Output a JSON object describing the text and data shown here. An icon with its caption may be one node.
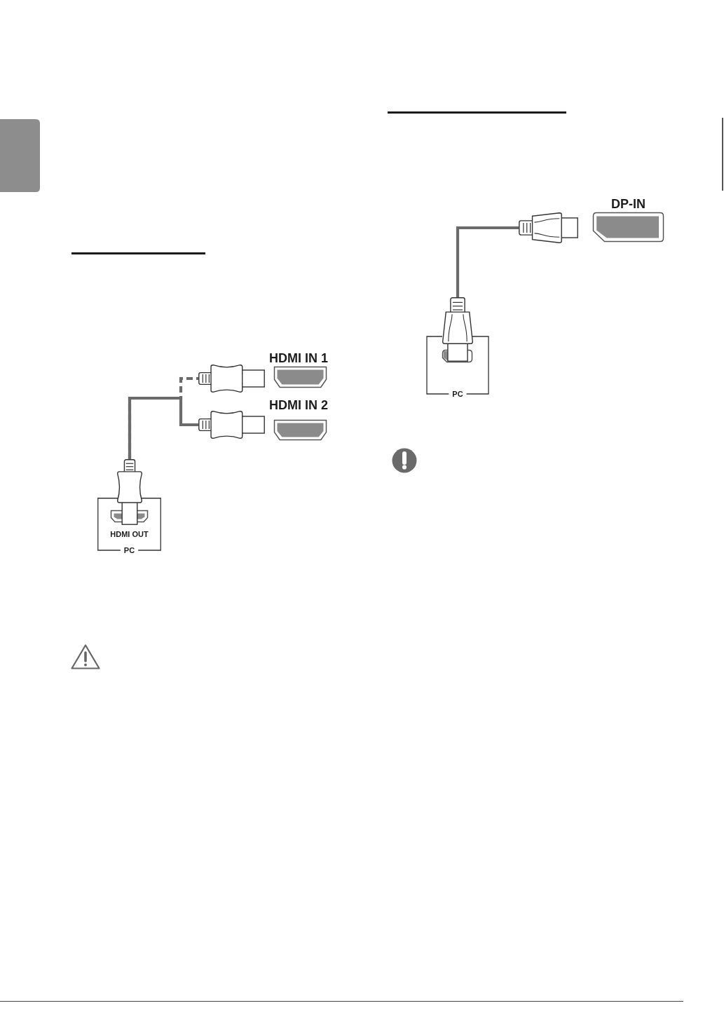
{
  "diagram": {
    "nodes": [
      {
        "text": [],
        "shape": "box"
      },
      {
        "text": [],
        "shape": "picture"
      },
      {
        "text": [
          "HDMI IN 1"
        ]
      },
      {
        "text": [],
        "shape": "picture"
      },
      {
        "text": [
          "HDMI IN 2"
        ]
      },
      {
        "text": [],
        "shape": "picture"
      },
      {
        "text": [
          "HDMI OUT",
          "PC"
        ]
      },
      {
        "text": [],
        "shape": "picture"
      },
      {
        "text": [
          "DP-IN"
        ]
      },
      {
        "text": [],
        "shape": "picture"
      },
      {
        "text": [
          "PC"
        ]
      }
    ],
    "edges": [
      {
        "from": 5,
        "to": 1,
        "arrow": "none",
        "style": "dashed"
      },
      {
        "from": 5,
        "to": 3,
        "arrow": "none"
      },
      {
        "from": 9,
        "to": 7,
        "arrow": "none"
      }
    ]
  }
}
